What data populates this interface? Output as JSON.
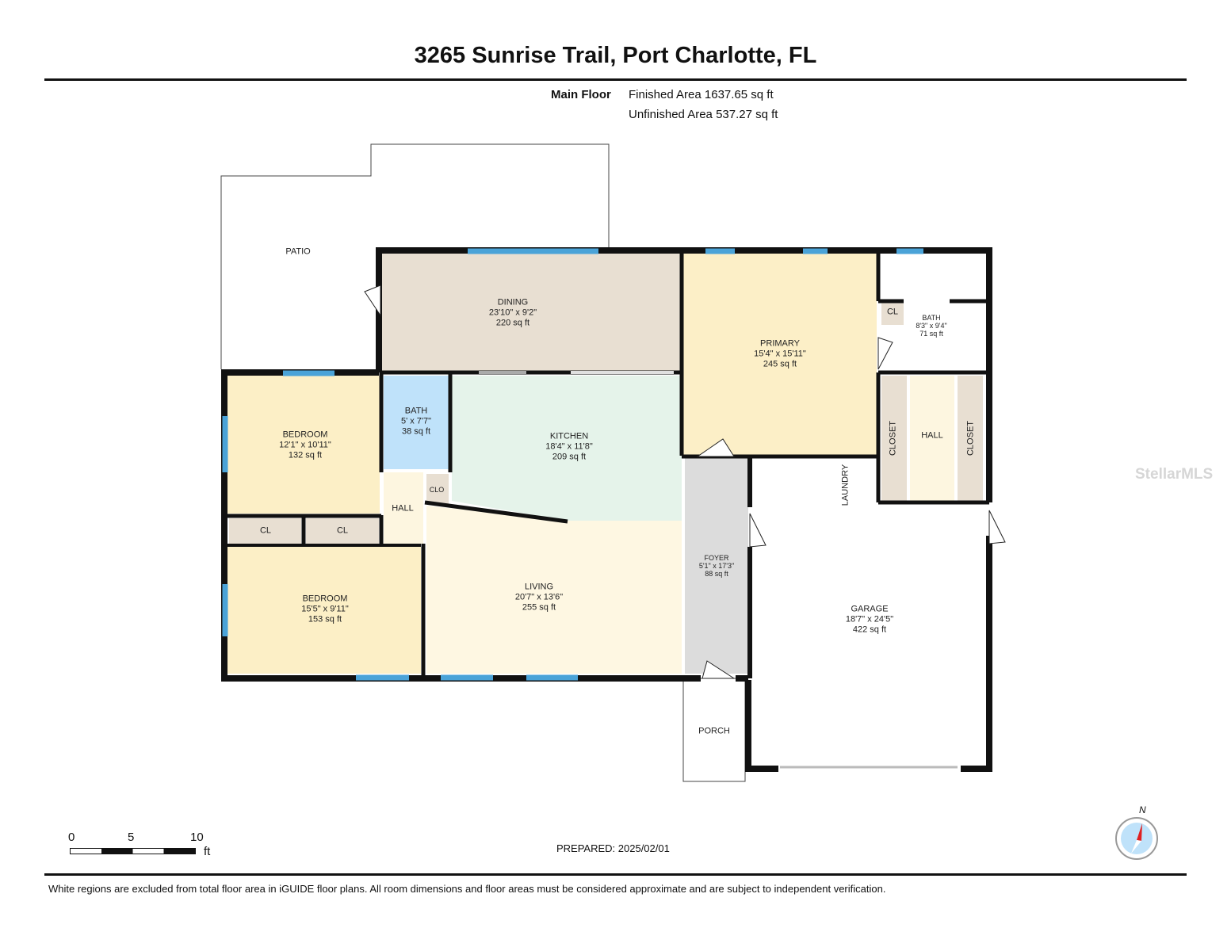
{
  "title": "3265 Sunrise Trail, Port Charlotte, FL",
  "floor": {
    "name": "Main Floor",
    "finished_area": "Finished Area 1637.65 sq ft",
    "unfinished_area": "Unfinished Area 537.27 sq ft"
  },
  "rooms": {
    "patio": {
      "name": "PATIO"
    },
    "dining": {
      "name": "DINING",
      "dims": "23'10\" x 9'2\"",
      "area": "220 sq ft"
    },
    "primary": {
      "name": "PRIMARY",
      "dims": "15'4\" x 15'11\"",
      "area": "245 sq ft"
    },
    "bath_primary": {
      "name": "BATH",
      "dims": "8'3\" x 9'4\"",
      "area": "71 sq ft"
    },
    "cl_primary": {
      "name": "CL"
    },
    "bedroom1": {
      "name": "BEDROOM",
      "dims": "12'1\" x 10'11\"",
      "area": "132 sq ft"
    },
    "bath": {
      "name": "BATH",
      "dims": "5' x 7'7\"",
      "area": "38 sq ft"
    },
    "kitchen": {
      "name": "KITCHEN",
      "dims": "18'4\" x 11'8\"",
      "area": "209 sq ft"
    },
    "hall": {
      "name": "HALL"
    },
    "clo": {
      "name": "CLO"
    },
    "cl1": {
      "name": "CL"
    },
    "cl2": {
      "name": "CL"
    },
    "bedroom2": {
      "name": "BEDROOM",
      "dims": "15'5\" x 9'11\"",
      "area": "153 sq ft"
    },
    "living": {
      "name": "LIVING",
      "dims": "20'7\" x 13'6\"",
      "area": "255 sq ft"
    },
    "foyer": {
      "name": "FOYER",
      "dims": "5'1\" x 17'3\"",
      "area": "88 sq ft"
    },
    "garage": {
      "name": "GARAGE",
      "dims": "18'7\" x 24'5\"",
      "area": "422 sq ft"
    },
    "laundry": {
      "name": "LAUNDRY"
    },
    "closet1": {
      "name": "CLOSET"
    },
    "hall2": {
      "name": "HALL"
    },
    "closet2": {
      "name": "CLOSET"
    },
    "porch": {
      "name": "PORCH"
    }
  },
  "scale": {
    "labels": [
      "0",
      "5",
      "10"
    ],
    "unit": "ft"
  },
  "compass": {
    "label": "N"
  },
  "prepared": "PREPARED: 2025/02/01",
  "watermark": "StellarMLS",
  "disclaimer": "White regions are excluded from total floor area in iGUIDE floor plans. All room dimensions and floor areas must be considered approximate and are subject to independent verification.",
  "colors": {
    "wall": "#111111",
    "window": "#4aa3d8",
    "bedroom": "#fcefc6",
    "dining": "#e8dfd2",
    "kitchen": "#e5f3ea",
    "bath": "#bfe2fa",
    "living": "#fef7e2",
    "foyer": "#dcdcdc"
  }
}
